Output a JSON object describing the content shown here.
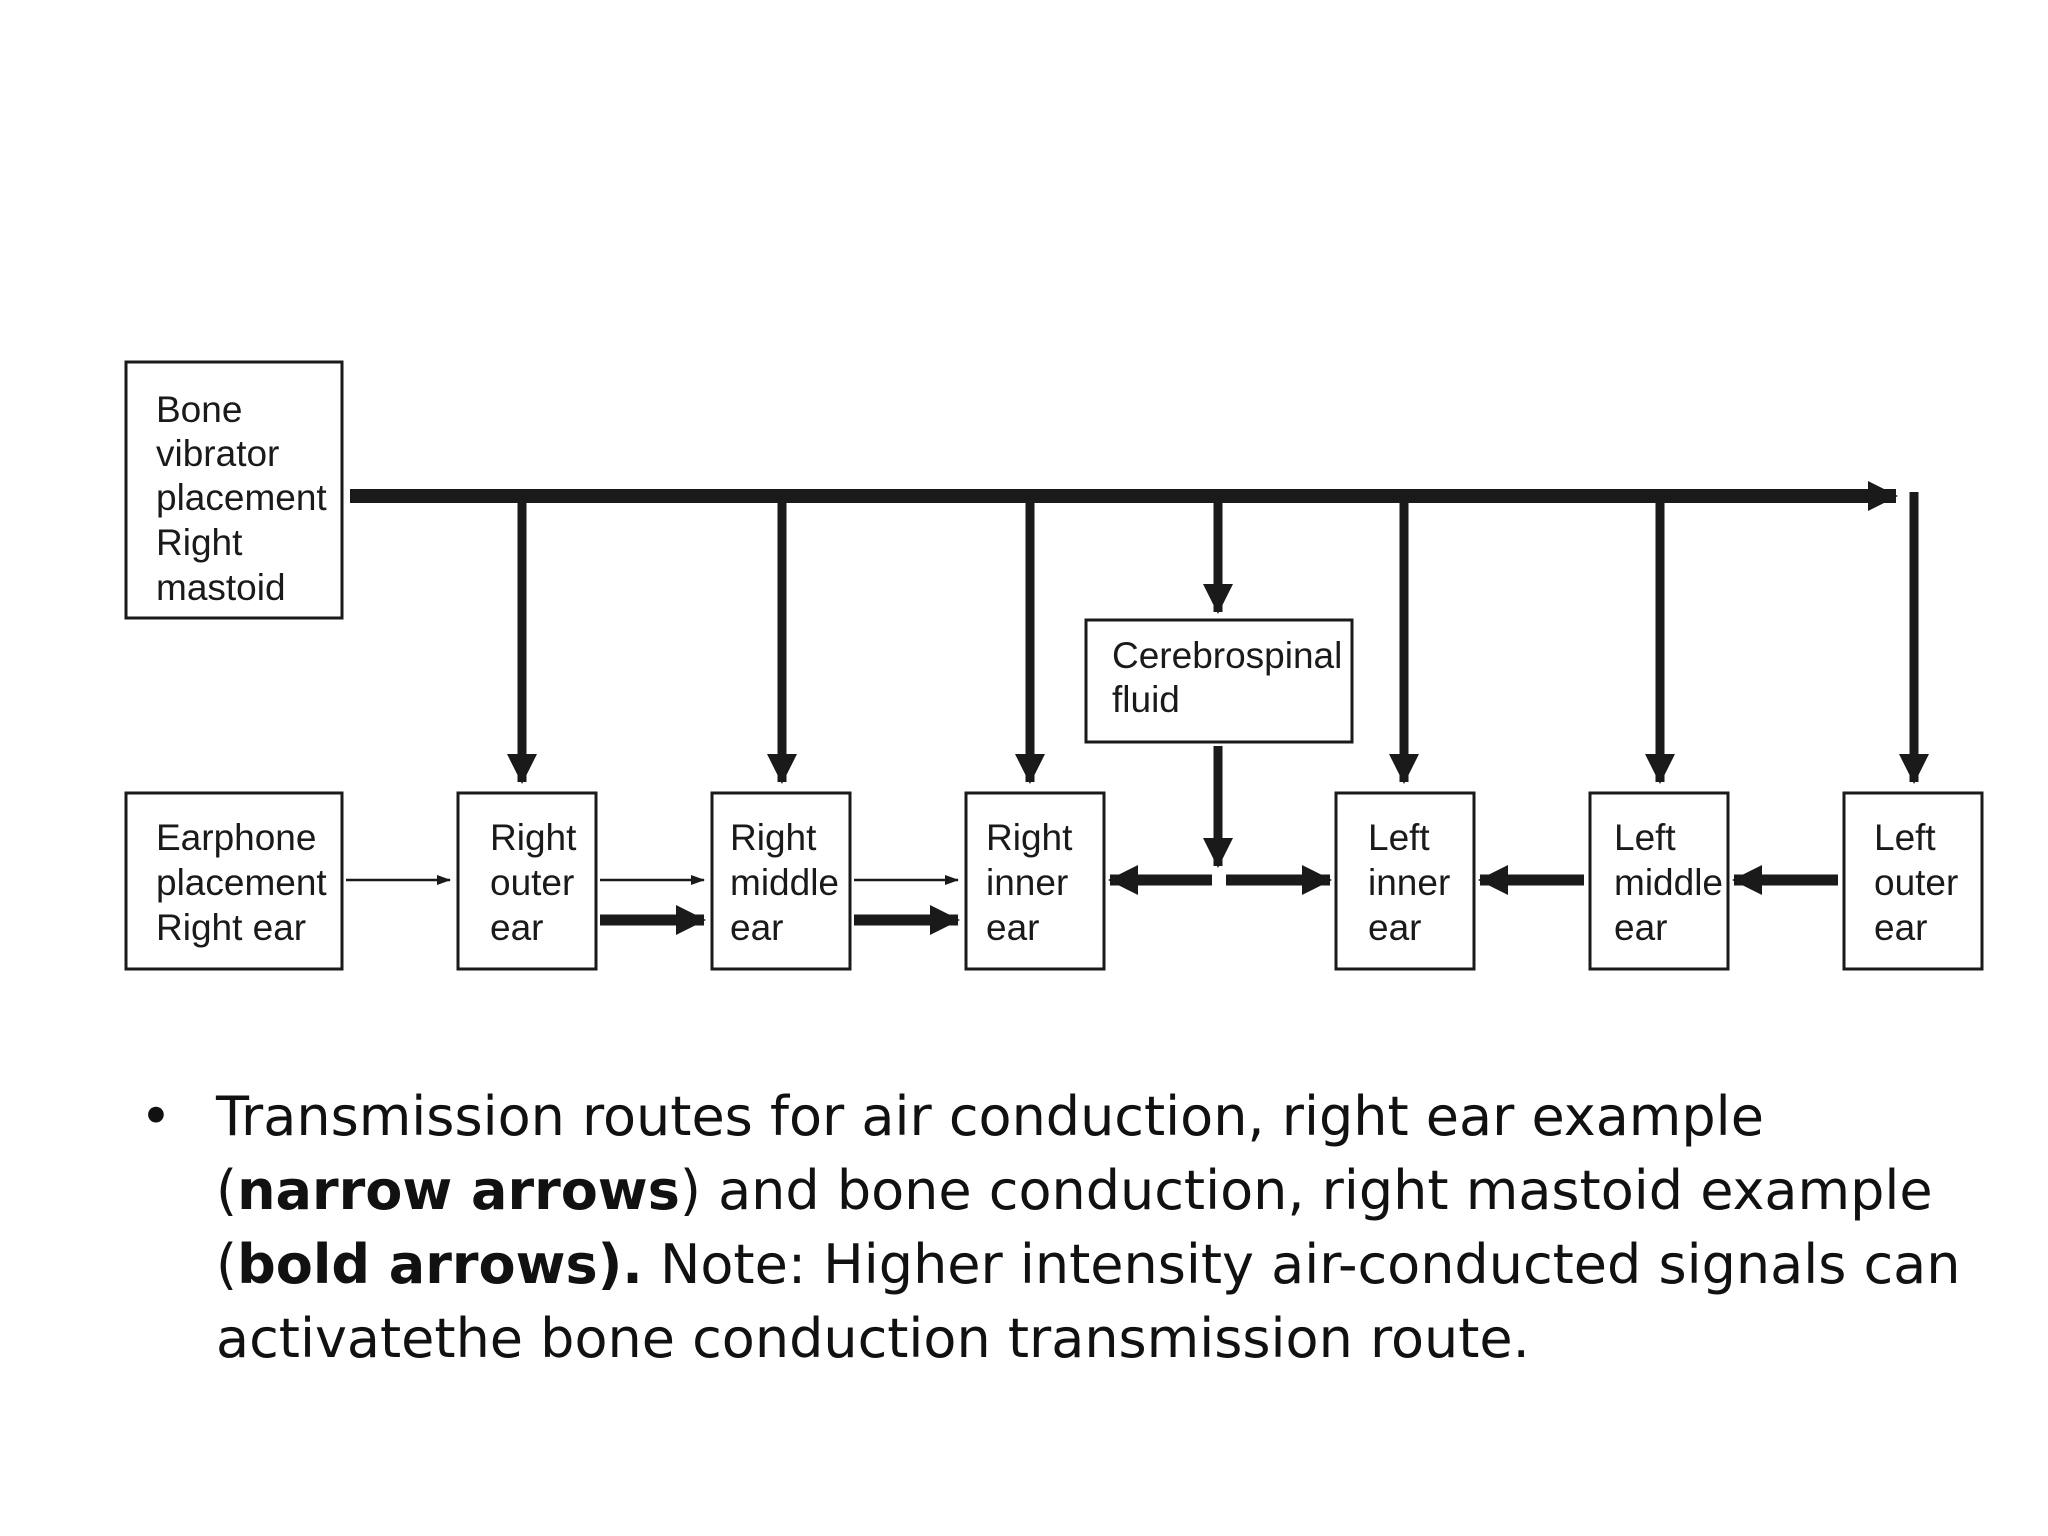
{
  "diagram": {
    "nodes": {
      "bone_vibrator": [
        "Bone",
        "vibrator",
        "placement",
        "Right",
        "mastoid"
      ],
      "earphone": [
        "Earphone",
        "placement",
        "Right ear"
      ],
      "right_outer": [
        "Right",
        "outer",
        "ear"
      ],
      "right_middle": [
        "Right",
        "middle",
        "ear"
      ],
      "right_inner": [
        "Right",
        "inner",
        "ear"
      ],
      "csf": [
        "Cerebrospinal",
        "fluid"
      ],
      "left_inner": [
        "Left",
        "inner",
        "ear"
      ],
      "left_middle": [
        "Left",
        "middle",
        "ear"
      ],
      "left_outer": [
        "Left",
        "outer",
        "ear"
      ]
    }
  },
  "caption": {
    "bullet": "•",
    "part1": "Transmission routes for air conduction, right ear example (",
    "bold1": "narrow arrows",
    "part2": ") and bone conduction, right mastoid example (",
    "bold2": "bold arrows).",
    "part3": " Note: Higher intensity air-conducted signals can activatethe bone conduction transmission route."
  }
}
